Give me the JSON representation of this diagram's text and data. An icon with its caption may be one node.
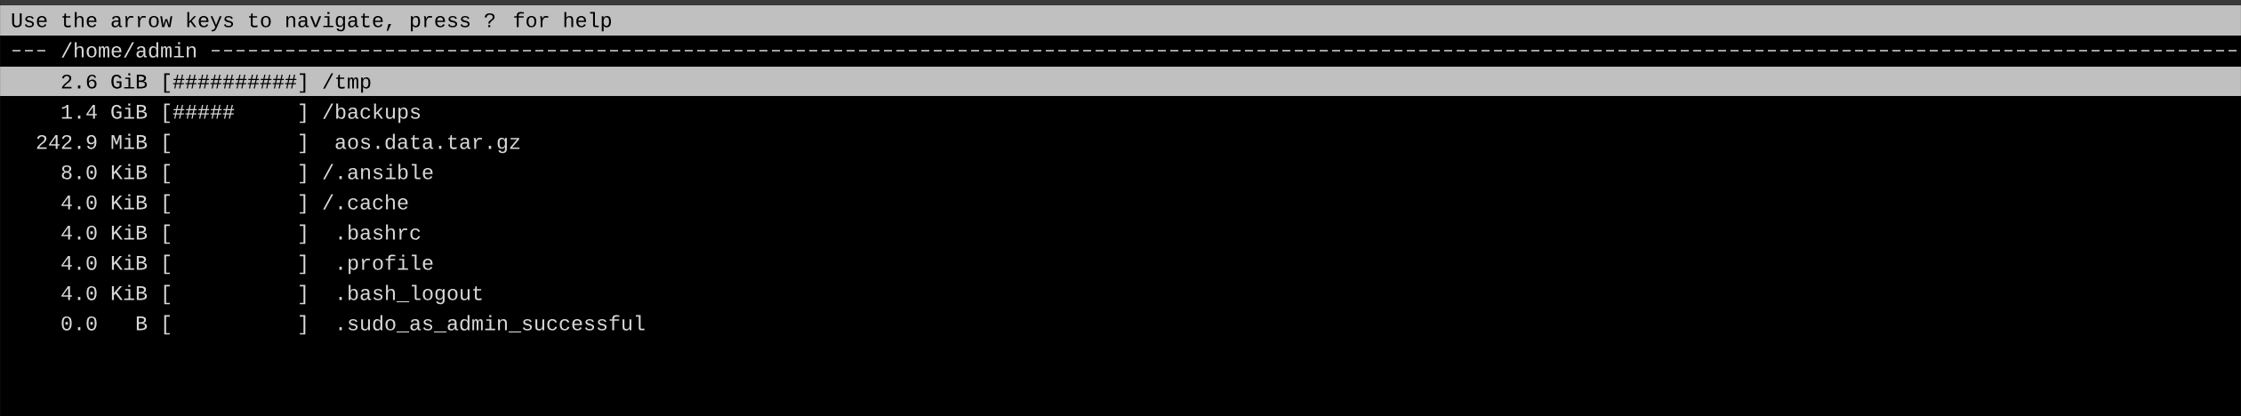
{
  "diagram": {
    "labels": [
      "Use the arrow keys to navigate, press ? for help",
      "/home/admin",
      "2.6",
      "GiB",
      "[",
      "##########",
      "]",
      "/tmp",
      "1.4",
      "GiB",
      "[",
      "#####",
      "]",
      "/backups",
      "242.9",
      "MiB",
      "[",
      "]",
      "aos.data.tar.gz",
      "8.0",
      "KiB",
      "[",
      "]",
      "/.ansible",
      "4.0",
      "KiB",
      "[",
      "]",
      "/.cache",
      "4.0",
      "KiB",
      "[",
      "]",
      ".bashrc",
      "4.0",
      "KiB",
      "[",
      "]",
      ".profile",
      "4.0",
      "KiB",
      "[",
      "]",
      ".bash_logout",
      "0.0",
      "B",
      "[",
      "]",
      ".sudo_as_admin_successful"
    ]
  }
}
